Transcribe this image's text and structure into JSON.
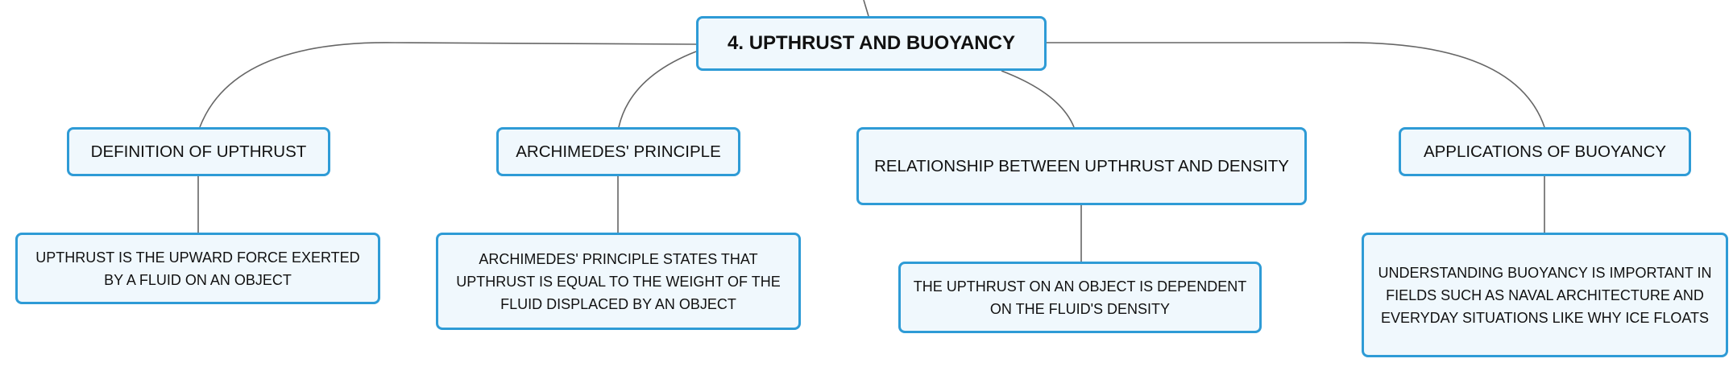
{
  "diagram": {
    "root": {
      "label": "4. UPTHRUST AND BUOYANCY"
    },
    "branches": [
      {
        "label": "DEFINITION OF UPTHRUST",
        "detail": "UPTHRUST IS THE UPWARD FORCE EXERTED BY A FLUID ON AN OBJECT"
      },
      {
        "label": "ARCHIMEDES' PRINCIPLE",
        "detail": "ARCHIMEDES' PRINCIPLE STATES THAT UPTHRUST IS EQUAL TO THE WEIGHT OF THE FLUID DISPLACED BY AN OBJECT"
      },
      {
        "label": "RELATIONSHIP BETWEEN UPTHRUST AND DENSITY",
        "detail": "THE UPTHRUST ON AN OBJECT IS DEPENDENT ON THE FLUID'S DENSITY"
      },
      {
        "label": "APPLICATIONS OF BUOYANCY",
        "detail": "UNDERSTANDING BUOYANCY IS IMPORTANT IN FIELDS SUCH AS NAVAL ARCHITECTURE AND EVERYDAY SITUATIONS LIKE WHY ICE FLOATS"
      }
    ]
  },
  "colors": {
    "node_border": "#2e9bd6",
    "node_fill": "#f0f8fd",
    "connector": "#666666"
  }
}
